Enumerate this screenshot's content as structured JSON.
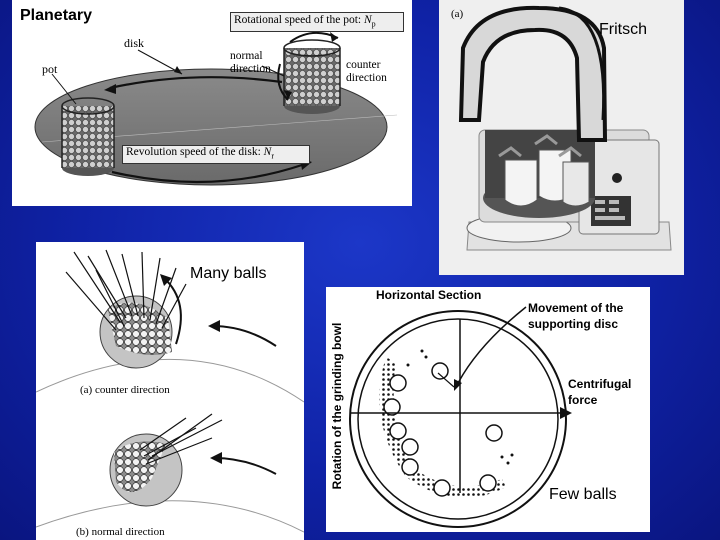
{
  "planetary": {
    "title": "Planetary",
    "pot_speed_label": "Rotational speed of the pot: ",
    "pot_speed_symbol": "N",
    "pot_speed_sub": "p",
    "disk_label": "disk",
    "pot_label": "pot",
    "normal_direction": [
      "normal",
      "direction"
    ],
    "counter_direction": [
      "counter",
      "direction"
    ],
    "disk_speed_label": "Revolution speed of the disk: ",
    "disk_speed_symbol": "N",
    "disk_speed_sub": "r"
  },
  "fritsch": {
    "tag": "(a)",
    "title": "Fritsch"
  },
  "many_balls": {
    "title": "Many balls",
    "caption_a": "(a) counter direction",
    "caption_b": "(b) normal direction"
  },
  "section": {
    "title": "Horizontal Section",
    "disc_movement": [
      "Movement of the",
      "supporting disc"
    ],
    "centrifugal": [
      "Centrifugal",
      "force"
    ],
    "rotation_label": "Rotation of the grinding bowl",
    "few_balls": "Few balls"
  }
}
